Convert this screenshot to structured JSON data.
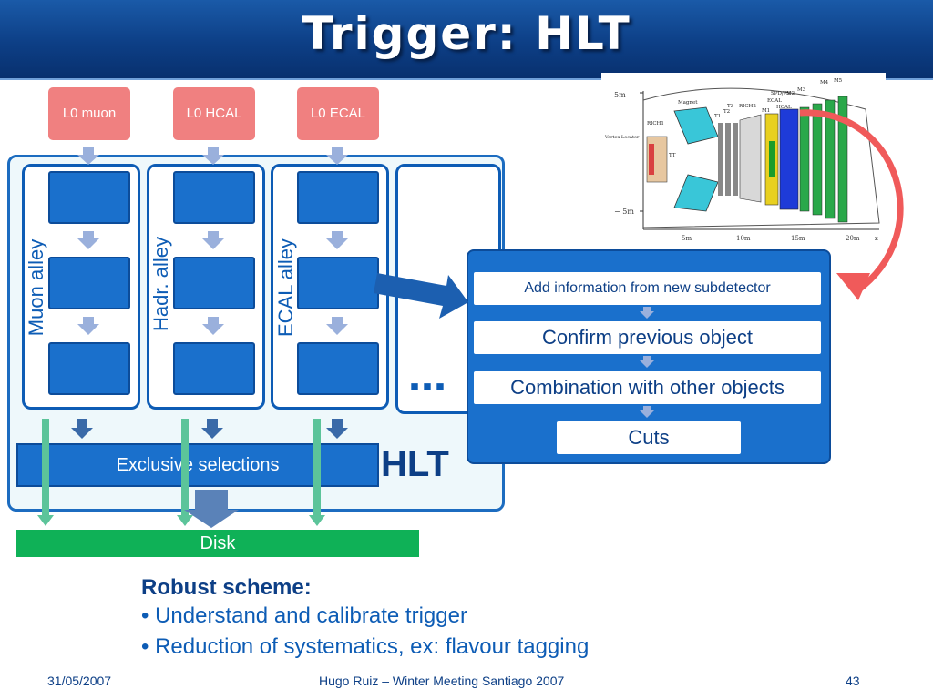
{
  "slide": {
    "title": "Trigger: HLT",
    "l0_boxes": [
      "L0 muon",
      "L0 HCAL",
      "L0 ECAL"
    ],
    "alleys": [
      "Muon alley",
      "Hadr. alley",
      "ECAL alley"
    ],
    "ellipsis": "…",
    "exclusive_label": "Exclusive selections",
    "hlt_label": "HLT",
    "disk_label": "Disk",
    "detail_steps": [
      "Add information from new subdetector",
      "Confirm previous object",
      "Combination with other objects",
      "Cuts"
    ],
    "robust_title": "Robust scheme:",
    "bullets": [
      "• Understand and calibrate trigger",
      "• Reduction of systematics, ex: flavour tagging"
    ]
  },
  "detector_image": {
    "axis_labels": [
      "5m",
      "10m",
      "15m",
      "20m",
      "z"
    ],
    "side_labels": [
      "5m",
      "− 5m"
    ],
    "parts": [
      "SPD/PS",
      "M3",
      "M4",
      "M5",
      "M2",
      "ECAL",
      "HCAL",
      "M1",
      "Magnet",
      "T3",
      "RICH2",
      "T1",
      "T2",
      "RICH1",
      "Vertex Locator",
      "TT"
    ]
  },
  "footer": {
    "date": "31/05/2007",
    "center": "Hugo Ruiz – Winter Meeting Santiago 2007",
    "page": "43"
  },
  "colors": {
    "title_bar": "#0d3f86",
    "l0_box": "#f08080",
    "step_box": "#1a70cc",
    "disk": "#0fb157",
    "curve_arrow": "#f05555"
  }
}
